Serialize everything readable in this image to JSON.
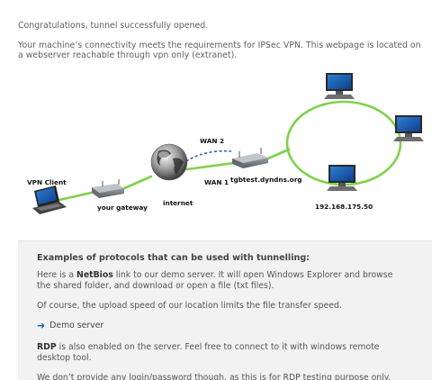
{
  "intro": {
    "congrats": "Congratulations, tunnel successfully opened.",
    "line1": "Your machine’s connectivity meets the requirements for IPSec VPN. This webpage is located on",
    "line2": "a webserver reachable through vpn only (extranet)."
  },
  "diagram": {
    "vpn_client": "VPN Client",
    "your_gateway": "your gateway",
    "internet": "internet",
    "wan1": "WAN 1",
    "wan2": "WAN 2",
    "host": "tgbtest.dyndns.org",
    "ip": "192.168.175.50"
  },
  "panel": {
    "heading": "Examples of protocols that can be used with tunnelling:",
    "netbios_pre": "Here is a ",
    "netbios_bold": "NetBios",
    "netbios_post": " link to our demo server. It will open Windows Explorer and browse",
    "netbios_line2": "the shared folder, and download or open a file (txt files).",
    "upload_speed": "Of course, the upload speed of our location limits the file transfer speed.",
    "demo_link": "Demo server",
    "rdp_bold": "RDP",
    "rdp_post": " is also enabled on the server. Feel free to connect to it with windows remote",
    "rdp_line2": "desktop tool.",
    "no_login": "We don’t provide any login/password though, as this is for RDP testing purpose only."
  },
  "colors": {
    "green_link": "#7ed14a",
    "wan2_dashed": "#2a62b0",
    "panel_bg": "#f2f2f2",
    "link_arrow": "#1f5fa8"
  }
}
